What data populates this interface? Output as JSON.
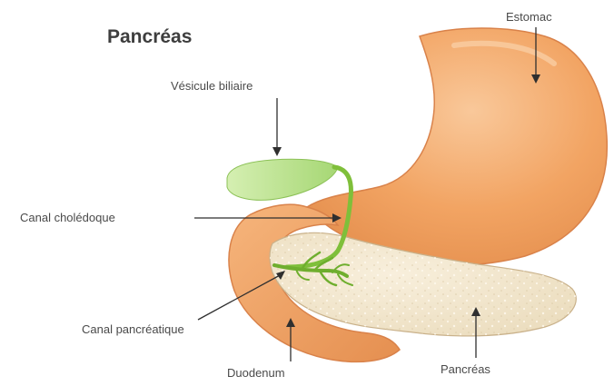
{
  "diagram": {
    "title": "Pancréas",
    "labels": {
      "stomach": "Estomac",
      "gallbladder": "Vésicule biliaire",
      "bile_duct": "Canal cholédoque",
      "pancreatic_duct": "Canal pancréatique",
      "duodenum": "Duodenum",
      "pancreas": "Pancréas"
    },
    "colors": {
      "stomach": "#f2a463",
      "stomach_highlight": "#f8c596",
      "stomach_outline": "#d9824a",
      "pancreas": "#f1e3c8",
      "pancreas_outline": "#c9b18a",
      "duct": "#7fbf3a",
      "gallbladder": "#b7e08a",
      "arrow": "#2f2f2f",
      "text": "#4a4a4a"
    }
  }
}
